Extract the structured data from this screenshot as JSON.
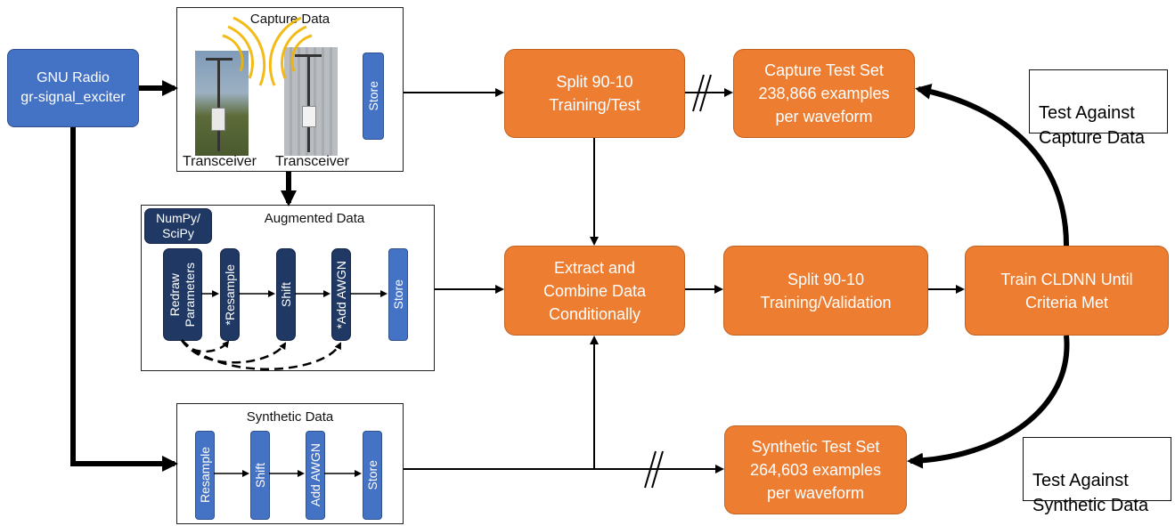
{
  "gnu_radio": {
    "label": "GNU Radio\ngr-signal_exciter"
  },
  "capture_panel": {
    "title": "Capture Data",
    "transceiver_left": "Transceiver",
    "transceiver_right": "Transceiver",
    "store": "Store"
  },
  "augmented_panel": {
    "title": "Augmented Data",
    "numpy": "NumPy/\nSciPy",
    "steps": [
      "Redraw\nParameters",
      "*Resample",
      "Shift",
      "*Add AWGN",
      "Store"
    ]
  },
  "synthetic_panel": {
    "title": "Synthetic Data",
    "steps": [
      "Resample",
      "Shift",
      "Add AWGN",
      "Store"
    ]
  },
  "process": {
    "split_test": "Split 90-10\nTraining/Test",
    "capture_test_set": "Capture Test Set\n238,866 examples\nper waveform",
    "extract_combine": "Extract and\nCombine Data\nConditionally",
    "split_validation": "Split 90-10\nTraining/Validation",
    "train": "Train CLDNN Until\nCriteria Met",
    "synthetic_test_set": "Synthetic Test Set\n264,603 examples\nper waveform"
  },
  "notes": {
    "test_capture": "Test Against\nCapture Data",
    "test_synthetic": "Test Against\nSynthetic Data"
  },
  "colors": {
    "blue": "#4472C4",
    "navy": "#1f3864",
    "orange": "#ED7D31"
  }
}
